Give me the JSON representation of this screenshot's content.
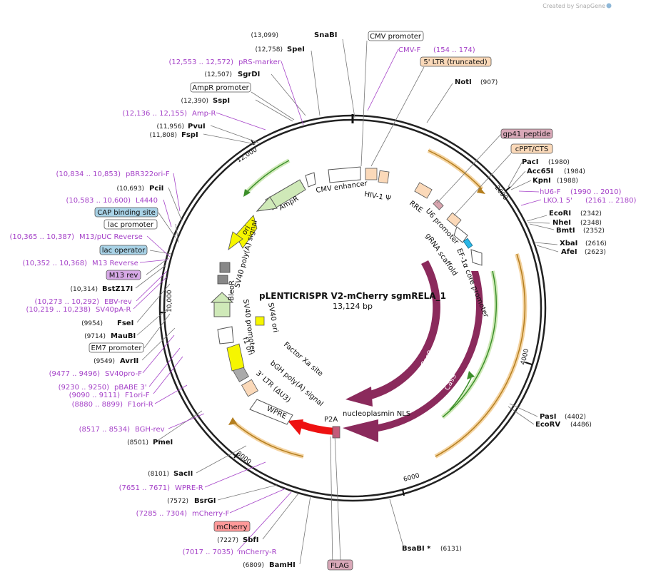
{
  "credit": "Created by SnapGene",
  "title": "pLENTICRISPR V2-mCherry sgmRELA_1",
  "length": "13,124 bp",
  "ticks": [
    "2000",
    "4000",
    "6000",
    "8000",
    "10,000",
    "12,000"
  ],
  "colors": {
    "primer": "#a542c8",
    "ring": "#222222",
    "cas9": "#8b2a5c",
    "mcherry": "#ee1111",
    "ori": "#f6f600",
    "orange": "#e8a33c",
    "green": "#6ec24c"
  },
  "sites": {
    "snabi": {
      "pos": "(13,099)",
      "name": "SnaBI"
    },
    "spei": {
      "pos": "(12,758)",
      "name": "SpeI"
    },
    "sgrdi": {
      "pos": "(12,507)",
      "name": "SgrDI"
    },
    "sspi": {
      "pos": "(12,390)",
      "name": "SspI"
    },
    "pvui": {
      "pos": "(11,956)",
      "name": "PvuI"
    },
    "fspi": {
      "pos": "(11,808)",
      "name": "FspI"
    },
    "pcii": {
      "pos": "(10,693)",
      "name": "PciI"
    },
    "bstz17i": {
      "pos": "(10,314)",
      "name": "BstZ17I"
    },
    "fsei": {
      "pos": "(9954)",
      "name": "FseI"
    },
    "maubi": {
      "pos": "(9714)",
      "name": "MauBI"
    },
    "avrii": {
      "pos": "(9549)",
      "name": "AvrII"
    },
    "pmei": {
      "pos": "(8501)",
      "name": "PmeI"
    },
    "sacii": {
      "pos": "(8101)",
      "name": "SacII"
    },
    "bsrgi": {
      "pos": "(7572)",
      "name": "BsrGI"
    },
    "sbfi": {
      "pos": "(7227)",
      "name": "SbfI"
    },
    "bamhi": {
      "pos": "(6809)",
      "name": "BamHI"
    },
    "bsabi": {
      "pos": "(6131)",
      "name": "BsaBI *"
    },
    "noti": {
      "pos": "(907)",
      "name": "NotI"
    },
    "paci": {
      "pos": "(1980)",
      "name": "PacI"
    },
    "acc65i": {
      "pos": "(1984)",
      "name": "Acc65I"
    },
    "kpni": {
      "pos": "(1988)",
      "name": "KpnI"
    },
    "ecori": {
      "pos": "(2342)",
      "name": "EcoRI"
    },
    "nhei": {
      "pos": "(2348)",
      "name": "NheI"
    },
    "bmti": {
      "pos": "(2352)",
      "name": "BmtI"
    },
    "xbai": {
      "pos": "(2616)",
      "name": "XbaI"
    },
    "afei": {
      "pos": "(2623)",
      "name": "AfeI"
    },
    "pasi": {
      "pos": "(4402)",
      "name": "PasI"
    },
    "ecorv": {
      "pos": "(4486)",
      "name": "EcoRV"
    }
  },
  "primers": {
    "prs": {
      "pos": "(12,553 .. 12,572)",
      "name": "pRS-marker"
    },
    "ampr": {
      "pos": "(12,136 .. 12,155)",
      "name": "Amp-R"
    },
    "pbr322": {
      "pos": "(10,834 .. 10,853)",
      "name": "pBR322ori-F"
    },
    "l4440": {
      "pos": "(10,583 .. 10,600)",
      "name": "L4440"
    },
    "m13puc": {
      "pos": "(10,365 .. 10,387)",
      "name": "M13/pUC Reverse"
    },
    "m13rev": {
      "pos": "(10,352 .. 10,368)",
      "name": "M13 Reverse"
    },
    "ebv": {
      "pos": "(10,273 .. 10,292)",
      "name": "EBV-rev"
    },
    "sv40pa": {
      "pos": "(10,219 .. 10,238)",
      "name": "SV40pA-R"
    },
    "sv40pro": {
      "pos": "(9477 .. 9496)",
      "name": "SV40pro-F"
    },
    "pbabe": {
      "pos": "(9230 .. 9250)",
      "name": "pBABE 3'"
    },
    "f1orif": {
      "pos": "(9090 .. 9111)",
      "name": "F1ori-F"
    },
    "f1orir": {
      "pos": "(8880 .. 8899)",
      "name": "F1ori-R"
    },
    "bgh": {
      "pos": "(8517 .. 8534)",
      "name": "BGH-rev"
    },
    "wpre": {
      "pos": "(7651 .. 7671)",
      "name": "WPRE-R"
    },
    "mcherryf": {
      "pos": "(7285 .. 7304)",
      "name": "mCherry-F"
    },
    "mcherryr": {
      "pos": "(7017 .. 7035)",
      "name": "mCherry-R"
    },
    "cmvf": {
      "pos": "(154 .. 174)",
      "name": "CMV-F"
    },
    "hu6": {
      "pos": "(1990 .. 2010)",
      "name": "hU6-F"
    },
    "lko": {
      "pos": "(2161 .. 2180)",
      "name": "LKO.1 5'"
    }
  },
  "boxes": {
    "cmv_promoter": "CMV promoter",
    "ltr": "5' LTR (truncated)",
    "ampr_promoter": "AmpR promoter",
    "cap": "CAP binding site",
    "lac_promoter": "lac promoter",
    "lac_operator": "lac operator",
    "m13rev": "M13 rev",
    "em7": "EM7 promoter",
    "mcherry": "mCherry",
    "flag": "FLAG",
    "gp41": "gp41 peptide",
    "cppt": "cPPT/CTS"
  },
  "features": {
    "cmv_enhancer": "CMV enhancer",
    "hiv": "HIV-1 Ψ",
    "rre": "RRE",
    "u6": "U6 promoter",
    "grna": "gRNA scaffold",
    "ef1a": "EF-1α core promoter",
    "cas9a": "Cas9",
    "cas9b": "Cas9",
    "nls": "nucleoplasmin NLS",
    "p2a": "P2A",
    "wpre": "WPRE",
    "ltr3": "3' LTR (ΔU3)",
    "bgh": "bGH poly(A) signal",
    "factorxa": "Factor Xa site",
    "f1ori": "f1 ori",
    "sv40prom": "SV40 promoter",
    "sv40ori": "SV40 ori",
    "bleor": "BleoR",
    "sv40pa": "SV40 poly(A) signal",
    "ori": "ori",
    "ampr": "AmpR"
  }
}
